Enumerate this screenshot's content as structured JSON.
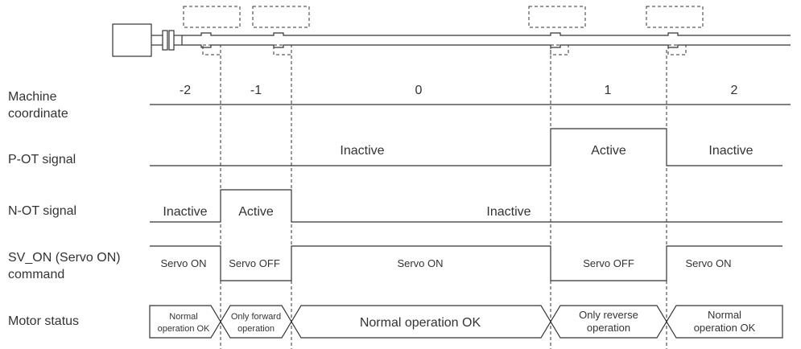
{
  "row_labels": {
    "machine": [
      "Machine",
      "coordinate"
    ],
    "pot": "P-OT signal",
    "not": "N-OT signal",
    "svon": [
      "SV_ON (Servo ON)",
      "command"
    ],
    "motor": "Motor status"
  },
  "coordinates": [
    "-2",
    "-1",
    "0",
    "1",
    "2"
  ],
  "pot_states": [
    "Inactive",
    "Active",
    "Inactive"
  ],
  "not_states": [
    "Inactive",
    "Active",
    "Inactive"
  ],
  "svon_states": [
    "Servo ON",
    "Servo OFF",
    "Servo ON",
    "Servo OFF",
    "Servo ON"
  ],
  "motor_states": [
    [
      "Normal",
      "operation OK"
    ],
    [
      "Only forward",
      "operation"
    ],
    [
      "Normal operation OK"
    ],
    [
      "Only reverse",
      "operation"
    ],
    [
      "Normal",
      "operation OK"
    ]
  ],
  "icons": {
    "motor": "motor-icon",
    "coupling": "coupling-icon",
    "limit_switch": "limit-switch-icon"
  },
  "colors": {
    "line": "#333333",
    "background": "#ffffff"
  }
}
